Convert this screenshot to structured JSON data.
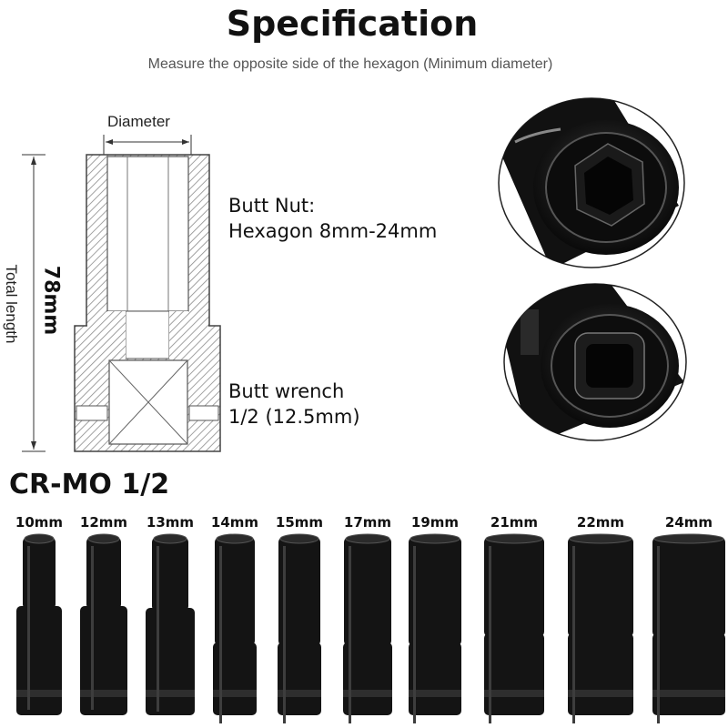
{
  "header": {
    "title": "Specification",
    "subtitle": "Measure the opposite side of the hexagon (Minimum diameter)"
  },
  "diagram": {
    "diameter_label": "Diameter",
    "total_length_label": "Total length",
    "length_value": "78mm",
    "butt_nut_line1": "Butt Nut:",
    "butt_nut_line2": "Hexagon 8mm-24mm",
    "butt_wrench_line1": "Butt wrench",
    "butt_wrench_line2": "1/2 (12.5mm)"
  },
  "photos": {
    "top_icon": "hex-opening-closeup-icon",
    "bottom_icon": "square-drive-closeup-icon"
  },
  "set": {
    "title": "CR-MO 1/2",
    "sizes": [
      "10mm",
      "12mm",
      "13mm",
      "14mm",
      "15mm",
      "17mm",
      "19mm",
      "21mm",
      "22mm",
      "24mm"
    ]
  },
  "colors": {
    "socket_black": "#141414",
    "hatch": "#7a7a7a"
  }
}
